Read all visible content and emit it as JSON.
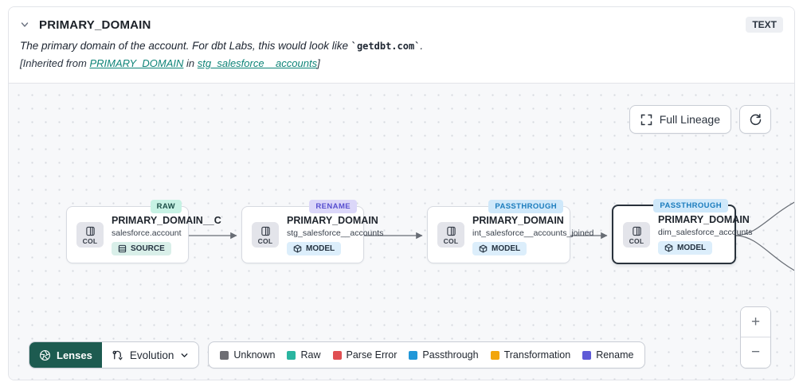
{
  "header": {
    "title": "PRIMARY_DOMAIN",
    "type_badge": "TEXT",
    "description_prefix": "The primary domain of the account. For dbt Labs, this would look like ",
    "description_code": "`getdbt.com`",
    "description_suffix": ".",
    "inherited_prefix": "[Inherited from ",
    "inherited_link_column": "PRIMARY_DOMAIN",
    "inherited_mid": " in ",
    "inherited_link_model": "stg_salesforce__accounts",
    "inherited_suffix": "]"
  },
  "canvas": {
    "full_lineage_label": "Full Lineage",
    "zoom_in_label": "+",
    "zoom_out_label": "−",
    "nodes": [
      {
        "title": "PRIMARY_DOMAIN__C",
        "subtitle": "salesforce.account",
        "resource_type": "SOURCE",
        "evolution_badge": "RAW",
        "col_label": "COL",
        "selected": false
      },
      {
        "title": "PRIMARY_DOMAIN",
        "subtitle": "stg_salesforce__accounts",
        "resource_type": "MODEL",
        "evolution_badge": "RENAME",
        "col_label": "COL",
        "selected": false
      },
      {
        "title": "PRIMARY_DOMAIN",
        "subtitle": "int_salesforce__accounts_joined",
        "resource_type": "MODEL",
        "evolution_badge": "PASSTHROUGH",
        "col_label": "COL",
        "selected": false
      },
      {
        "title": "PRIMARY_DOMAIN",
        "subtitle": "dim_salesforce_accounts",
        "resource_type": "MODEL",
        "evolution_badge": "PASSTHROUGH",
        "col_label": "COL",
        "selected": true
      }
    ]
  },
  "toolbar": {
    "lenses_label": "Lenses",
    "selected_lens": "Evolution",
    "legend": [
      {
        "label": "Unknown",
        "color": "#6e6e73"
      },
      {
        "label": "Raw",
        "color": "#2ab5a0"
      },
      {
        "label": "Parse Error",
        "color": "#e04f52"
      },
      {
        "label": "Passthrough",
        "color": "#2097d8"
      },
      {
        "label": "Transformation",
        "color": "#f2a50c"
      },
      {
        "label": "Rename",
        "color": "#5f5bd7"
      }
    ]
  },
  "colors": {
    "lenses_button": "#1d5b50",
    "link_teal": "#0f8478",
    "canvas_bg": "#f7f8fa",
    "edge": "#676c74",
    "badge_raw_bg": "#c7f2e4",
    "badge_rename_bg": "#dbd7f9",
    "badge_passthrough_bg": "#cfe8fa"
  },
  "icons": {
    "header_chevron": "chevron-down",
    "full_lineage": "expand-brackets",
    "refresh": "circular-arrow",
    "column": "column-table",
    "source": "database-rows",
    "model": "package-cube",
    "lenses": "aperture",
    "evolution": "u-turn-route",
    "dropdown": "chevron-down",
    "zoom": "plus-minus"
  }
}
